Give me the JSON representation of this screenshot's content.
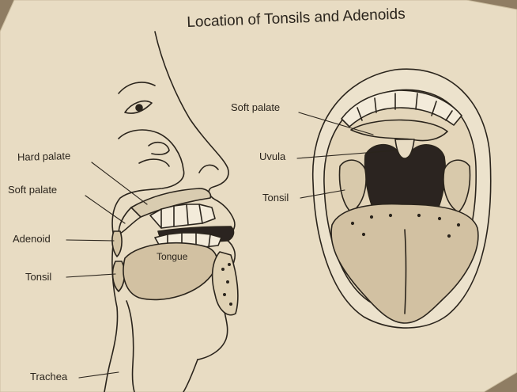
{
  "title": "Location of Tonsils and Adenoids",
  "labels": {
    "hard_palate": "Hard palate",
    "soft_palate_side": "Soft palate",
    "adenoid": "Adenoid",
    "tonsil_side": "Tonsil",
    "trachea": "Trachea",
    "tongue": "Tongue",
    "soft_palate_front": "Soft palate",
    "uvula": "Uvula",
    "tonsil_front": "Tonsil"
  },
  "colors": {
    "paper": "#e8dcc3",
    "ink": "#2a241c",
    "throat_dark": "#2b2420",
    "tongue_shade": "#d2c1a2",
    "background": "#8f7d63"
  }
}
